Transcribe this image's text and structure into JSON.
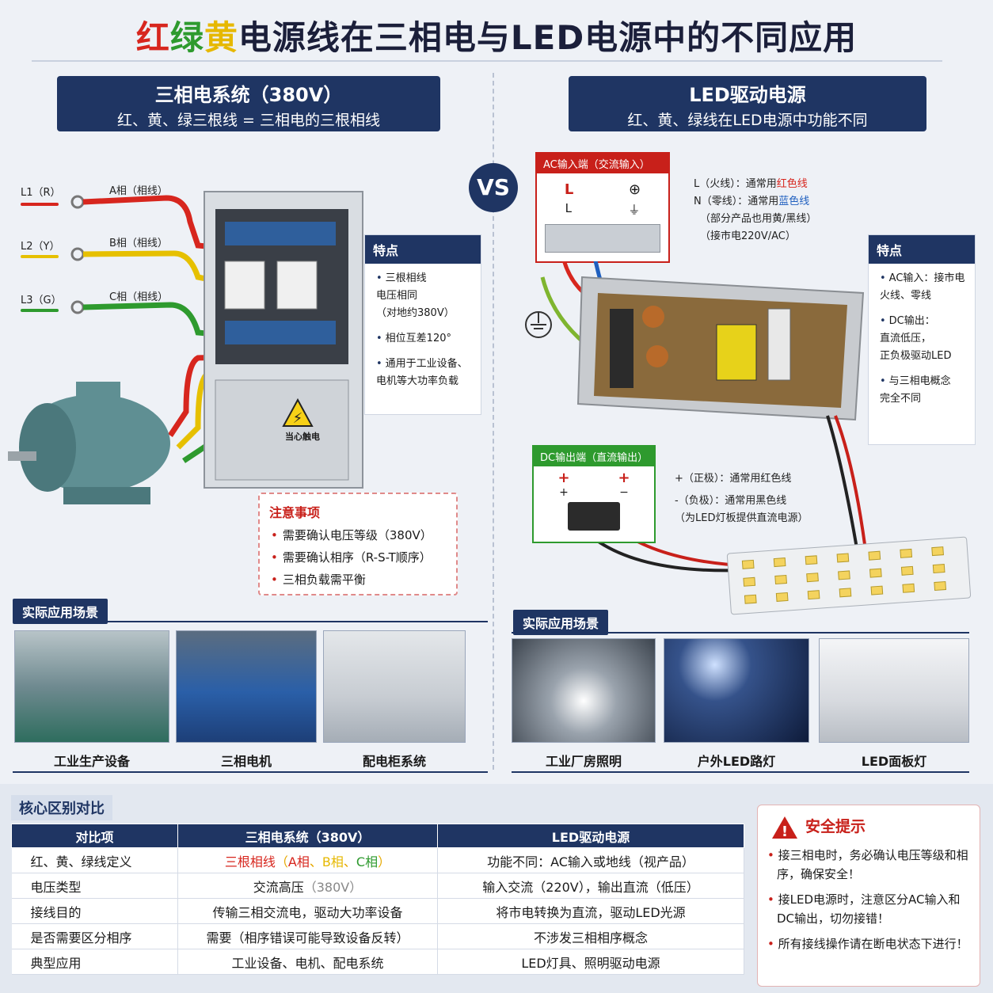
{
  "title": {
    "part_red": "红",
    "part_green": "绿",
    "part_yellow": "黄",
    "rest": "电源线在三相电与LED电源中的不同应用"
  },
  "vs": "VS",
  "left": {
    "header_l1": "三相电系统（380V）",
    "header_l2": "红、黄、绿三根线 = 三相电的三根相线",
    "wires": [
      {
        "label": "L1（R）",
        "phase": "A相（相线）",
        "color": "#d7261e"
      },
      {
        "label": "L2（Y）",
        "phase": "B相（相线）",
        "color": "#e6c000"
      },
      {
        "label": "L3（G）",
        "phase": "C相（相线）",
        "color": "#2e9a2e"
      }
    ],
    "cabinet_warning": "当心触电",
    "features_title": "特点",
    "features": [
      "三根相线\n电压相同\n（对地约380V）",
      "相位互差120°",
      "通用于工业设备、\n电机等大功率负载"
    ],
    "notice_title": "注意事项",
    "notices": [
      "需要确认电压等级（380V）",
      "需要确认相序（R-S-T顺序）",
      "三相负载需平衡"
    ],
    "scene_tag": "实际应用场景",
    "scenes": [
      "工业生产设备",
      "三相电机",
      "配电柜系统"
    ]
  },
  "right": {
    "header_l1": "LED驱动电源",
    "header_l2": "红、黄、绿线在LED电源中功能不同",
    "ac_title": "AC输入端（交流输入）",
    "ac_terminals": [
      "L",
      "⊕"
    ],
    "ac_sub": [
      "L",
      "⏚"
    ],
    "ac_notes": [
      {
        "prefix": "L（火线）：通常用",
        "hl": "红色线",
        "hl_color": "#d7261e"
      },
      {
        "prefix": "N（零线）：通常用",
        "hl": "蓝色线",
        "hl_color": "#1f5fbf"
      },
      {
        "prefix": "（部分产品也用黄/黑线）",
        "hl": "",
        "hl_color": ""
      },
      {
        "prefix": "（接市电220V/AC）",
        "hl": "",
        "hl_color": ""
      }
    ],
    "features_title": "特点",
    "features": [
      "AC输入：接市电\n火线、零线",
      "DC输出：\n直流低压，\n正负极驱动LED",
      "与三相电概念\n完全不同"
    ],
    "dc_title": "DC输出端（直流输出）",
    "dc_terminals": [
      "+",
      "+"
    ],
    "dc_sub": [
      "+",
      "−"
    ],
    "dc_notes": [
      "+（正极）：通常用红色线",
      "-（负极）：通常用黑色线",
      "（为LED灯板提供直流电源）"
    ],
    "scene_tag": "实际应用场景",
    "scenes": [
      "工业厂房照明",
      "户外LED路灯",
      "LED面板灯"
    ]
  },
  "compare": {
    "tag": "核心区别对比",
    "headers": [
      "对比项",
      "三相电系统（380V）",
      "LED驱动电源"
    ],
    "rows": [
      [
        "红、黄、绿线定义",
        "",
        "功能不同：AC输入或地线（视产品）"
      ],
      [
        "电压类型",
        "",
        "输入交流（220V），输出直流（低压）"
      ],
      [
        "接线目的",
        "传输三相交流电，驱动大功率设备",
        "将市电转换为直流，驱动LED光源"
      ],
      [
        "是否需要区分相序",
        "需要（相序错误可能导致设备反转）",
        "不涉发三相相序概念"
      ],
      [
        "典型应用",
        "工业设备、电机、配电系统",
        "LED灯具、照明驱动电源"
      ]
    ],
    "row1_mid": {
      "a": "三根相线",
      "b": "（",
      "c": "A相",
      "d": "、",
      "e": "B相",
      "f": "、",
      "g": "C相",
      "h": "）"
    },
    "row2_mid": {
      "a": "交流高压",
      "b": "（380V）"
    }
  },
  "safety": {
    "title": "安全提示",
    "items": [
      "接三相电时，务必确认电压等级和相序，确保安全！",
      "接LED电源时，注意区分AC输入和DC输出，切勿接错！",
      "所有接线操作请在断电状态下进行！"
    ]
  }
}
